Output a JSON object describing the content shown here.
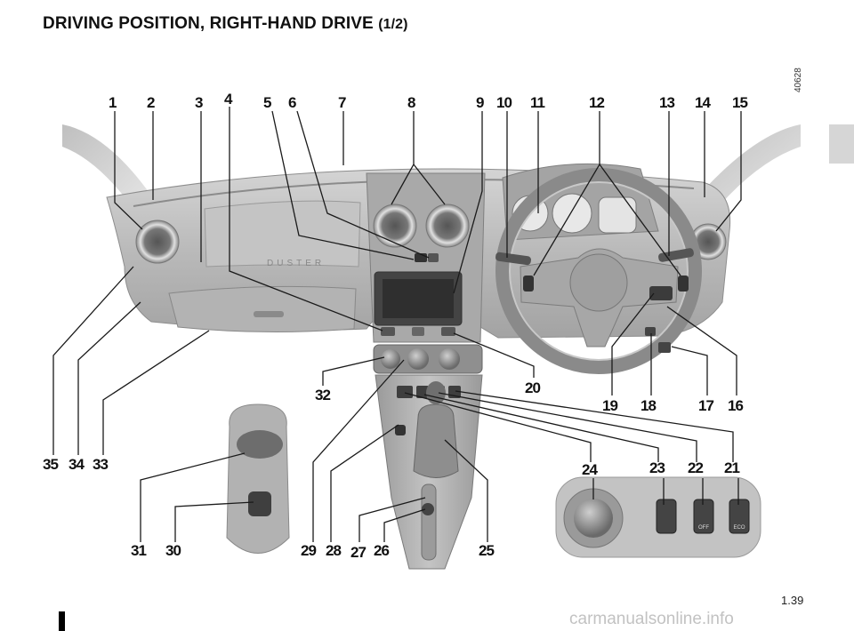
{
  "page": {
    "title": "DRIVING POSITION, RIGHT-HAND DRIVE",
    "title_suffix": "(1/2)",
    "ref_code": "40628",
    "page_number": "1.39",
    "watermark": "carmanualsonline.info"
  },
  "callouts": [
    "1",
    "2",
    "3",
    "4",
    "5",
    "6",
    "7",
    "8",
    "9",
    "10",
    "11",
    "12",
    "13",
    "14",
    "15",
    "16",
    "17",
    "18",
    "19",
    "20",
    "21",
    "22",
    "23",
    "24",
    "25",
    "26",
    "27",
    "28",
    "29",
    "30",
    "31",
    "32",
    "33",
    "34",
    "35"
  ],
  "dashboard": {
    "badge_text": "DUSTER"
  },
  "switch_panel": {
    "button_labels": [
      "",
      "OFF",
      "ECO"
    ]
  }
}
